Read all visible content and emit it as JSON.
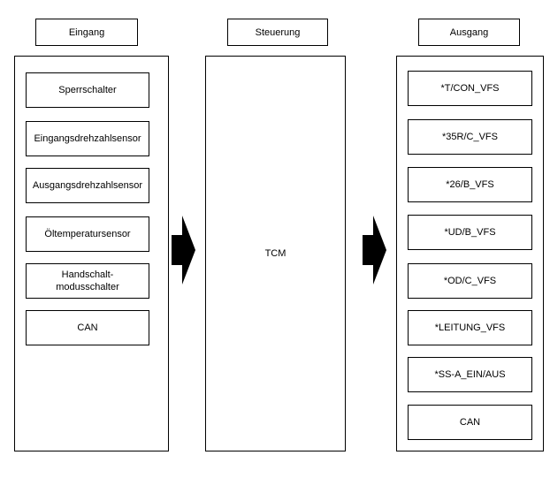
{
  "headers": {
    "input": "Eingang",
    "control": "Steuerung",
    "output": "Ausgang"
  },
  "inputs": [
    "Sperrschalter",
    "Eingangsdrehzahlsensor",
    "Ausgangsdrehzahlsensor",
    "Öltemperatursensor",
    "Handschalt-\nmodusschalter",
    "CAN"
  ],
  "control_label": "TCM",
  "outputs": [
    "*T/CON_VFS",
    "*35R/C_VFS",
    "*26/B_VFS",
    "*UD/B_VFS",
    "*OD/C_VFS",
    "*LEITUNG_VFS",
    "*SS-A_EIN/AUS",
    "CAN"
  ],
  "arrows": [
    "arrow-right-icon",
    "arrow-right-icon"
  ]
}
